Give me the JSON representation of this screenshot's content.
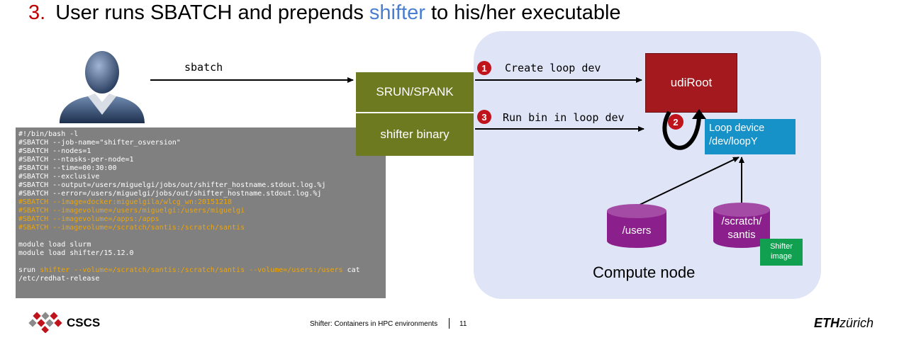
{
  "title": {
    "number": "3.",
    "text_before": "User runs SBATCH and prepends ",
    "highlight": "shifter",
    "text_after": " to his/her executable"
  },
  "labels": {
    "sbatch": "sbatch",
    "step1": "Create loop dev",
    "step3": "Run bin in loop dev",
    "badge1": "1",
    "badge2": "2",
    "badge3": "3"
  },
  "boxes": {
    "srun": "SRUN/SPANK",
    "shifter_binary": "shifter binary",
    "udiroot": "udiRoot",
    "loop_device_line1": "Loop device",
    "loop_device_line2": "/dev/loopY",
    "users": "/users",
    "scratch_line1": "/scratch/",
    "scratch_line2": "santis",
    "shifter_image_line1": "Shifter",
    "shifter_image_line2": "image",
    "compute_node": "Compute node"
  },
  "script": {
    "lines_white_1": [
      "#!/bin/bash -l",
      "#SBATCH --job-name=\"shifter_osversion\"",
      "#SBATCH --nodes=1",
      "#SBATCH --ntasks-per-node=1",
      "#SBATCH --time=00:30:00",
      "#SBATCH --exclusive",
      "#SBATCH --output=/users/miguelgi/jobs/out/shifter_hostname.stdout.log.%j",
      "#SBATCH --error=/users/miguelgi/jobs/out/shifter_hostname.stdout.log.%j"
    ],
    "lines_yellow": [
      "#SBATCH --image=docker:miguelgila/wlcg_wn:20151218",
      "#SBATCH --imagevolume=/users/miguelgi:/users/miguelgi",
      "#SBATCH --imagevolume=/apps:/apps",
      "#SBATCH --imagevolume=/scratch/santis:/scratch/santis"
    ],
    "lines_white_2": [
      "module load slurm",
      "module load shifter/15.12.0"
    ],
    "srun_prefix": "srun ",
    "srun_highlight": "shifter --volume=/scratch/santis:/scratch/santis --volume=/users:/users",
    "srun_suffix": " cat",
    "srun_line2": "/etc/redhat-release"
  },
  "footer": {
    "text": "Shifter: Containers in HPC environments",
    "page": "11",
    "logo_left": "CSCS",
    "logo_right_bold": "ETH",
    "logo_right_rest": "zürich"
  },
  "colors": {
    "olive": "#6e7a1f",
    "udiroot": "#a3191d",
    "loop_device": "#1692c8",
    "cylinder": "#8b1f8c",
    "shifter_image": "#11a050",
    "panel": "#dfe5f7",
    "highlight_blue": "#4a7fd0",
    "script_yellow": "#f0a400"
  }
}
